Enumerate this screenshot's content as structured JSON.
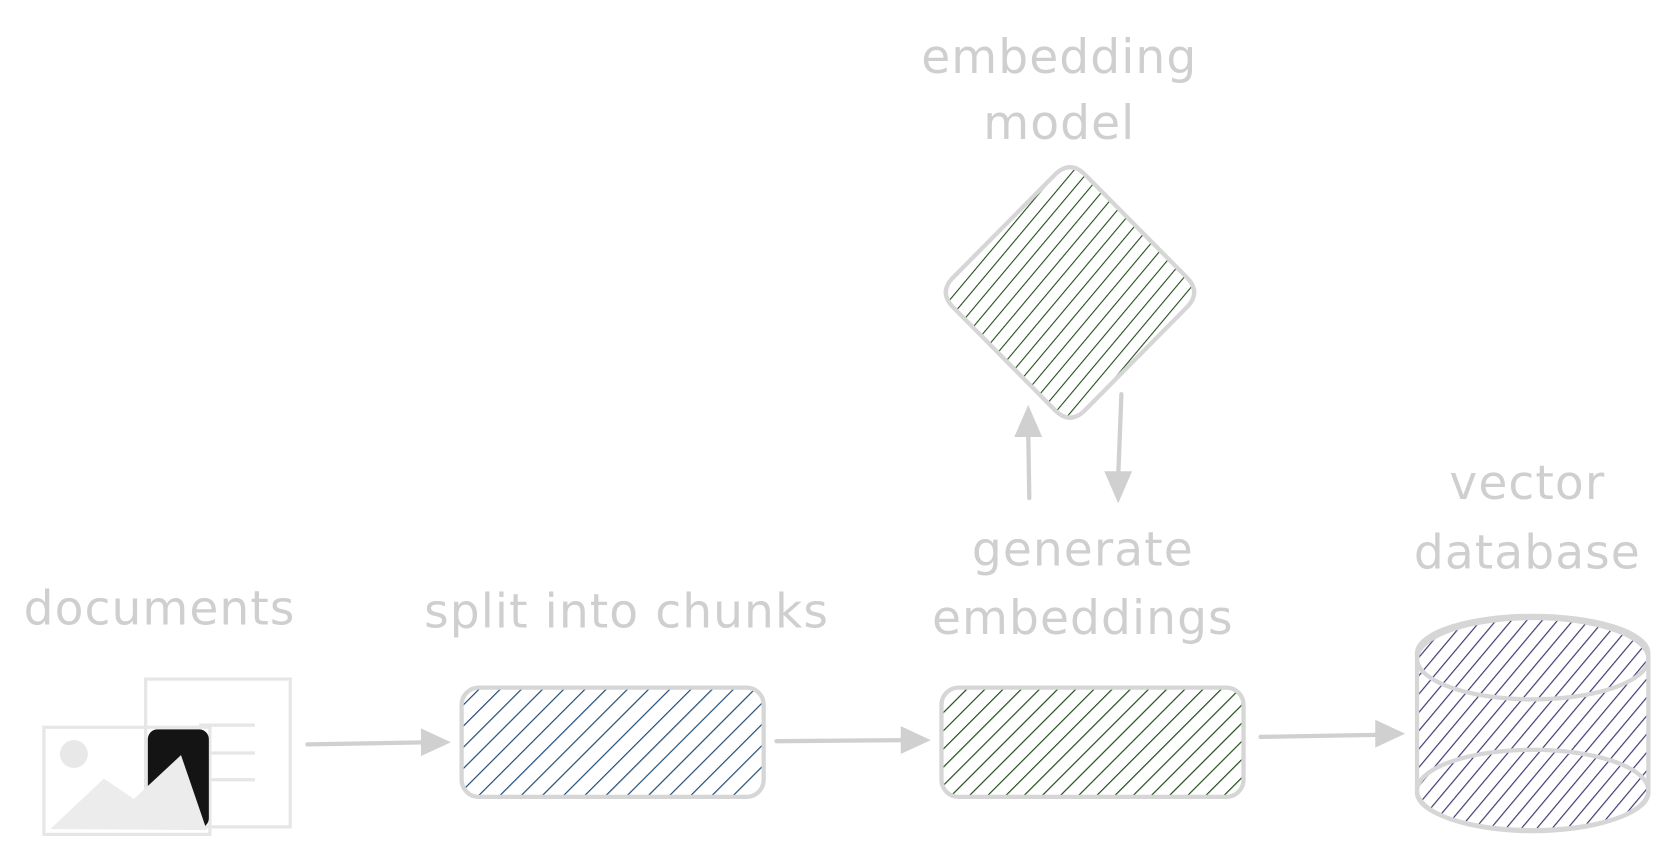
{
  "title": "Embedding pipeline diagram",
  "nodes": {
    "documents": {
      "label": "documents",
      "icon": "documents-image-icon"
    },
    "split": {
      "label": "split into chunks",
      "color": "#1e4a73"
    },
    "generate": {
      "label_line1": "generate",
      "label_line2": "embeddings",
      "color": "#1d4a16"
    },
    "model": {
      "label_line1": "embedding",
      "label_line2": "model",
      "color": "#1d4a16"
    },
    "vector_db": {
      "label_line1": "vector",
      "label_line2": "database",
      "color": "#3d3873"
    }
  },
  "colors": {
    "text": "#cfcfcf",
    "stroke": "#d0d0d0",
    "doc_dark": "#141414"
  }
}
